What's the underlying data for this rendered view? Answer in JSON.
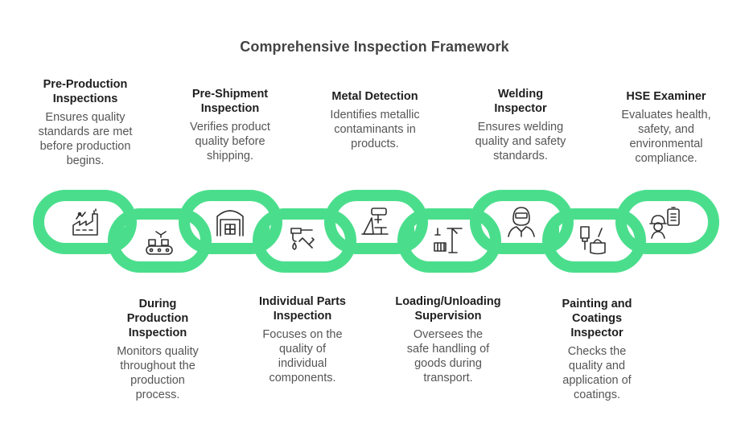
{
  "title": "Comprehensive Inspection Framework",
  "colors": {
    "link": "#4ADE8C",
    "icon": "#333333",
    "heading": "#1e1e1e",
    "body": "#555555"
  },
  "stages": [
    {
      "heading": "Pre-Production Inspections",
      "description": "Ensures quality standards are met before production begins.",
      "icon": "factory-icon"
    },
    {
      "heading": "During Production Inspection",
      "description": "Monitors quality throughout the production process.",
      "icon": "conveyor-icon"
    },
    {
      "heading": "Pre-Shipment Inspection",
      "description": "Verifies product quality before shipping.",
      "icon": "warehouse-icon"
    },
    {
      "heading": "Individual Parts Inspection",
      "description": "Focuses on the quality of individual components.",
      "icon": "wrench-oil-icon"
    },
    {
      "heading": "Metal Detection",
      "description": "Identifies metallic contaminants in products.",
      "icon": "drill-press-icon"
    },
    {
      "heading": "Loading/Unloading Supervision",
      "description": "Oversees the safe handling of goods during transport.",
      "icon": "crane-icon"
    },
    {
      "heading": "Welding Inspector",
      "description": "Ensures welding quality and safety standards.",
      "icon": "welder-icon"
    },
    {
      "heading": "Painting and Coatings Inspector",
      "description": "Checks the quality and application of coatings.",
      "icon": "paint-brush-icon"
    },
    {
      "heading": "HSE Examiner",
      "description": "Evaluates health, safety, and environmental compliance.",
      "icon": "safety-worker-icon"
    }
  ]
}
